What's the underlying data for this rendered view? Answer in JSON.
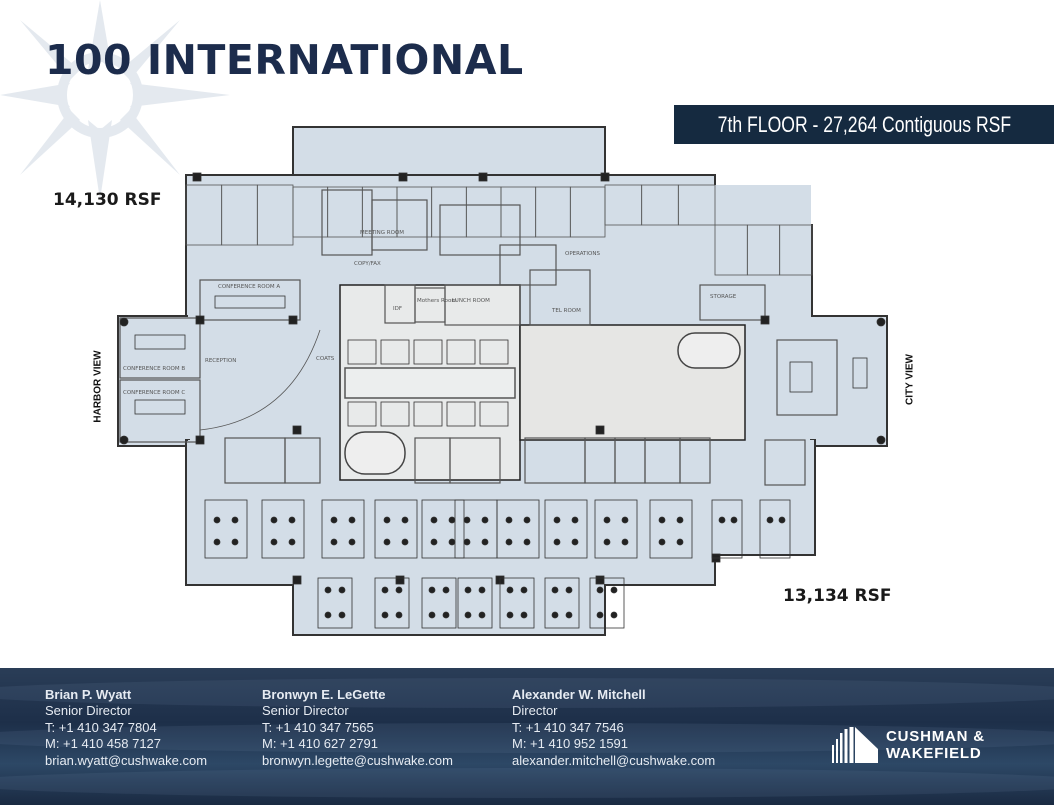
{
  "header": {
    "title": "100 INTERNATIONAL",
    "floor_banner": "7th FLOOR - 27,264 Contiguous RSF"
  },
  "plan": {
    "upper_rsf": "14,130 RSF",
    "lower_rsf": "13,134 RSF",
    "left_view": "HARBOR VIEW",
    "right_view": "CITY VIEW",
    "rooms": {
      "conf_a": "CONFERENCE ROOM A",
      "conf_b": "CONFERENCE ROOM B",
      "conf_c": "CONFERENCE ROOM C",
      "reception": "RECEPTION",
      "meeting": "MEETING ROOM",
      "copy": "COPY/FAX",
      "idf": "IDF",
      "mothers": "Mothers Room",
      "lunch": "LUNCH ROOM",
      "coats": "COATS",
      "storage": "STORAGE",
      "operations": "OPERATIONS",
      "tel": "TEL ROOM"
    }
  },
  "contacts": [
    {
      "name": "Brian P. Wyatt",
      "title": "Senior Director",
      "phone": "T: +1 410 347 7804",
      "mobile": "M: +1 410 458 7127",
      "email": "brian.wyatt@cushwake.com"
    },
    {
      "name": "Bronwyn E. LeGette",
      "title": "Senior Director",
      "phone": "T: +1 410 347 7565",
      "mobile": "M: +1 410 627 2791",
      "email": "bronwyn.legette@cushwake.com"
    },
    {
      "name": "Alexander W. Mitchell",
      "title": "Director",
      "phone": "T: +1 410 347 7546",
      "mobile": "M: +1 410 952 1591",
      "email": "alexander.mitchell@cushwake.com"
    }
  ],
  "logo": {
    "line1": "CUSHMAN &",
    "line2": "WAKEFIELD"
  },
  "colors": {
    "navy": "#152a40",
    "title": "#1c2c4c",
    "plan_fill": "#d3dde7",
    "core_fill": "#e6e6e4"
  }
}
